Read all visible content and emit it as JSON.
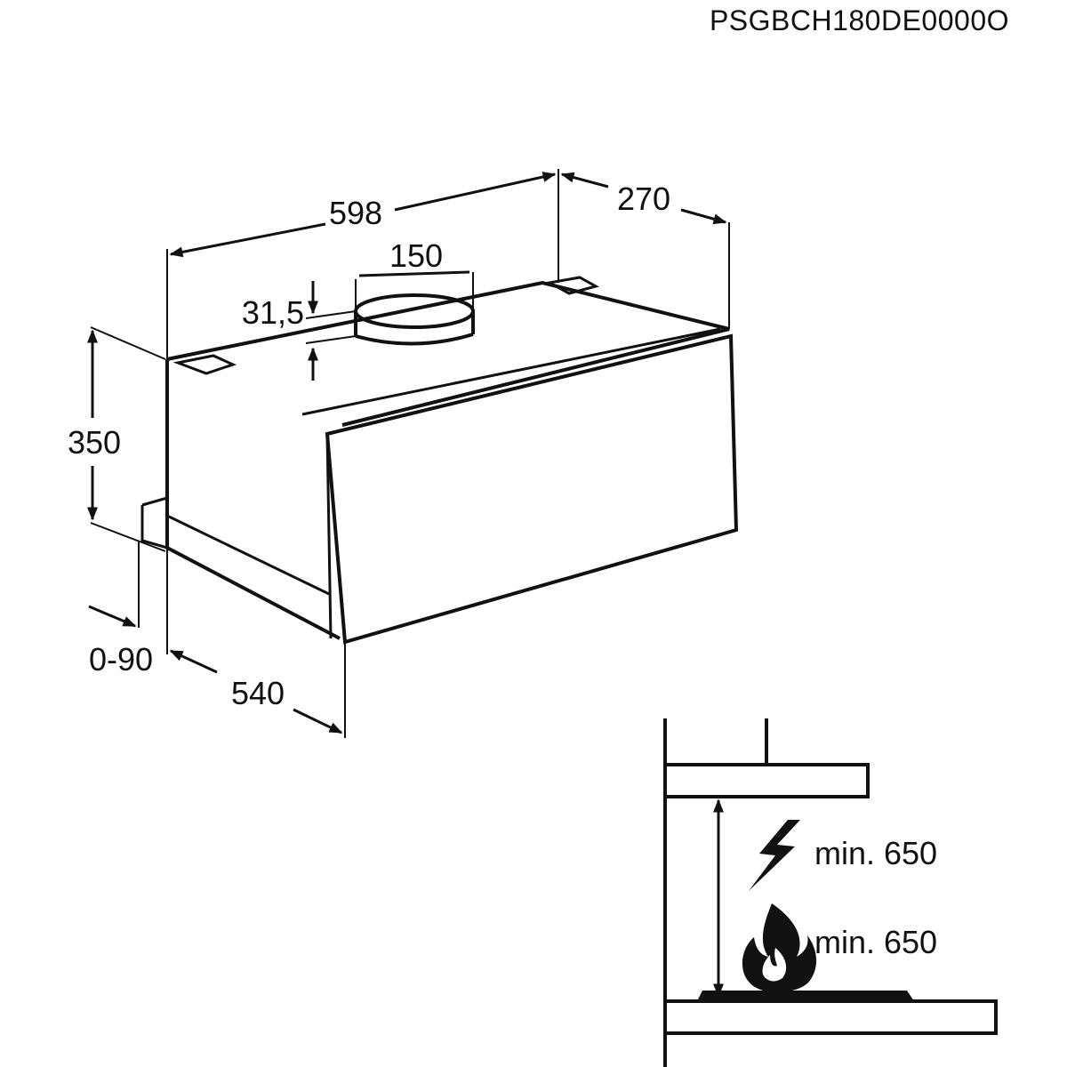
{
  "model_code": "PSGBCH180DE0000O",
  "dimensions": {
    "width": "598",
    "depth": "270",
    "duct": "150",
    "duct_height": "31,5",
    "height": "350",
    "front_offset": "0-90",
    "inner_depth": "540"
  },
  "clearances": {
    "electric": {
      "icon": "lightning-icon",
      "label": "min. 650"
    },
    "gas": {
      "icon": "flame-icon",
      "label": "min. 650"
    }
  },
  "colors": {
    "line": "#111111",
    "background": "#ffffff"
  }
}
